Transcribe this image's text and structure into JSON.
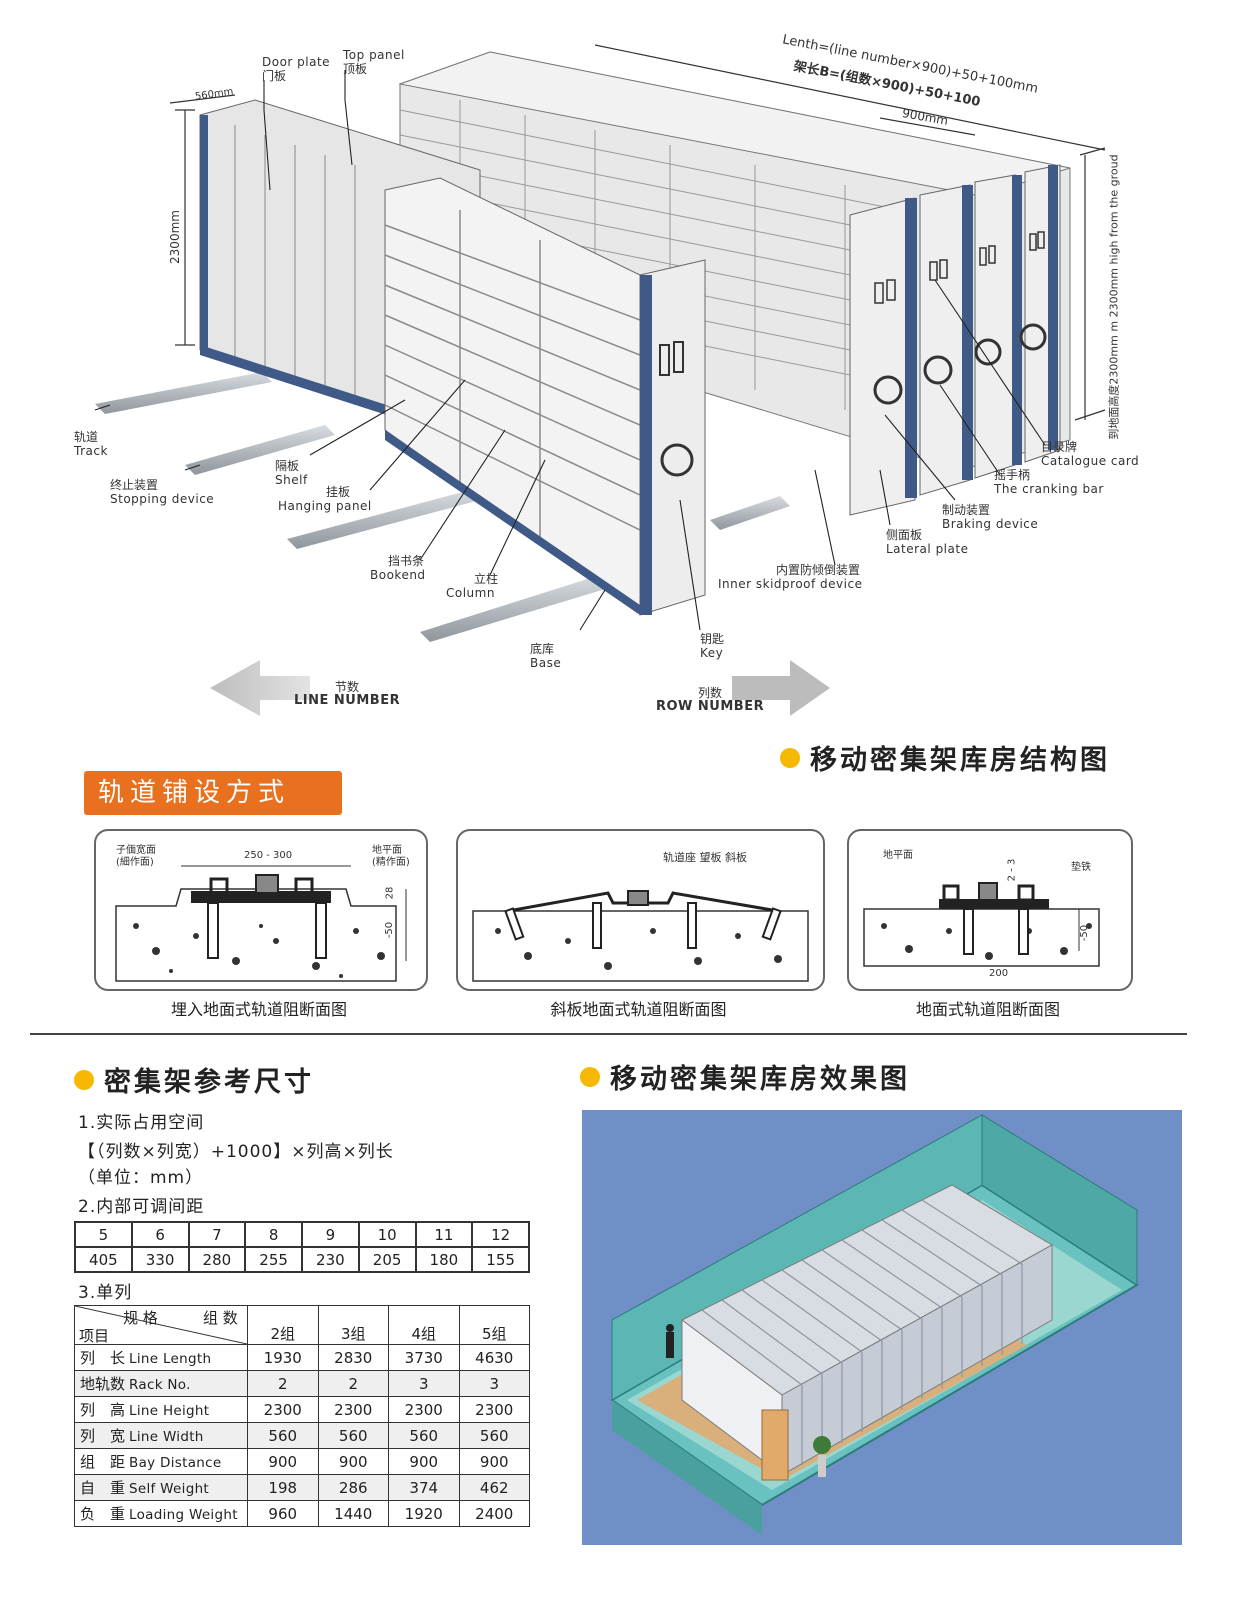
{
  "diagram": {
    "labels": {
      "door_plate_en": "Door plate",
      "door_plate_cn": "门板",
      "top_panel_en": "Top panel",
      "top_panel_cn": "顶板",
      "depth_dim": "560mm",
      "height_dim_left": "2300mm",
      "length_formula_en": "Lenth=(line number×900)+50+100mm",
      "length_formula_cn": "架长B=(组数×900)+50+100",
      "bay_dim": "900mm",
      "height_dim_right": "到地面高度2300mm m 2300mm high from the groud",
      "track_cn": "轨道",
      "track_en": "Track",
      "stopping_cn": "终止装置",
      "stopping_en": "Stopping device",
      "shelf_cn": "隔板",
      "shelf_en": "Shelf",
      "hanging_cn": "挂板",
      "hanging_en": "Hanging panel",
      "bookend_cn": "挡书条",
      "bookend_en": "Bookend",
      "column_cn": "立柱",
      "column_en": "Column",
      "base_cn": "底库",
      "base_en": "Base",
      "key_cn": "钥匙",
      "key_en": "Key",
      "skidproof_cn": "内置防倾倒装置",
      "skidproof_en": "Inner skidproof device",
      "lateral_cn": "侧面板",
      "lateral_en": "Lateral plate",
      "braking_cn": "制动装置",
      "braking_en": "Braking device",
      "cranking_cn": "摇手柄",
      "cranking_en": "The cranking bar",
      "catalogue_cn": "目录牌",
      "catalogue_en": "Catalogue card",
      "line_number_cn": "节数",
      "line_number_en": "LINE NUMBER",
      "row_number_cn": "列数",
      "row_number_en": "ROW NUMBER"
    },
    "title": "移动密集架库房结构图"
  },
  "track_section": {
    "banner": "轨道铺设方式",
    "panels": [
      {
        "caption": "埋入地面式轨道阻断面图",
        "label_a": "子偭宽面",
        "label_a2": "(細作面)",
        "label_b": "地平面",
        "label_b2": "(精作面)",
        "dim_top": "250 - 300",
        "dim_side": "28",
        "dim_depth": "-50"
      },
      {
        "caption": "斜板地面式轨道阻断面图",
        "label_a": "轨道座 望板 斜板"
      },
      {
        "caption": "地面式轨道阻断面图",
        "label_a": "地平面",
        "label_b": "垫铁",
        "dim_top": "2 - 3",
        "dim_bottom": "200",
        "dim_depth": "-50"
      }
    ]
  },
  "reference": {
    "title": "密集架参考尺寸",
    "line1": "1.实际占用空间",
    "line2": "【（列数×列宽）+1000】×列高×列长",
    "line3": "（单位：mm）",
    "line4": "2.内部可调间距",
    "spacing_headers": [
      "5",
      "6",
      "7",
      "8",
      "9",
      "10",
      "11",
      "12"
    ],
    "spacing_values": [
      "405",
      "330",
      "280",
      "255",
      "230",
      "205",
      "180",
      "155"
    ],
    "line5": "3.单列",
    "spec_header_spec": "规 格",
    "spec_header_group": "组 数",
    "spec_header_item": "项目",
    "spec_columns": [
      "2组",
      "3组",
      "4组",
      "5组"
    ],
    "spec_rows": [
      {
        "cn": "列　长",
        "en": "Line Length",
        "values": [
          "1930",
          "2830",
          "3730",
          "4630"
        ]
      },
      {
        "cn": "地轨数",
        "en": "Rack No.",
        "values": [
          "2",
          "2",
          "3",
          "3"
        ]
      },
      {
        "cn": "列　高",
        "en": "Line Height",
        "values": [
          "2300",
          "2300",
          "2300",
          "2300"
        ]
      },
      {
        "cn": "列　宽",
        "en": "Line Width",
        "values": [
          "560",
          "560",
          "560",
          "560"
        ]
      },
      {
        "cn": "组　距",
        "en": "Bay Distance",
        "values": [
          "900",
          "900",
          "900",
          "900"
        ]
      },
      {
        "cn": "自　重",
        "en": "Self Weight",
        "values": [
          "198",
          "286",
          "374",
          "462"
        ]
      },
      {
        "cn": "负　重",
        "en": "Loading Weight",
        "values": [
          "960",
          "1440",
          "1920",
          "2400"
        ]
      }
    ]
  },
  "render_title": "移动密集架库房效果图",
  "colors": {
    "accent_orange": "#e9701f",
    "bullet_yellow": "#f6b800",
    "render_blue": "#6f8fc6",
    "column_navy": "#3f5a86"
  }
}
